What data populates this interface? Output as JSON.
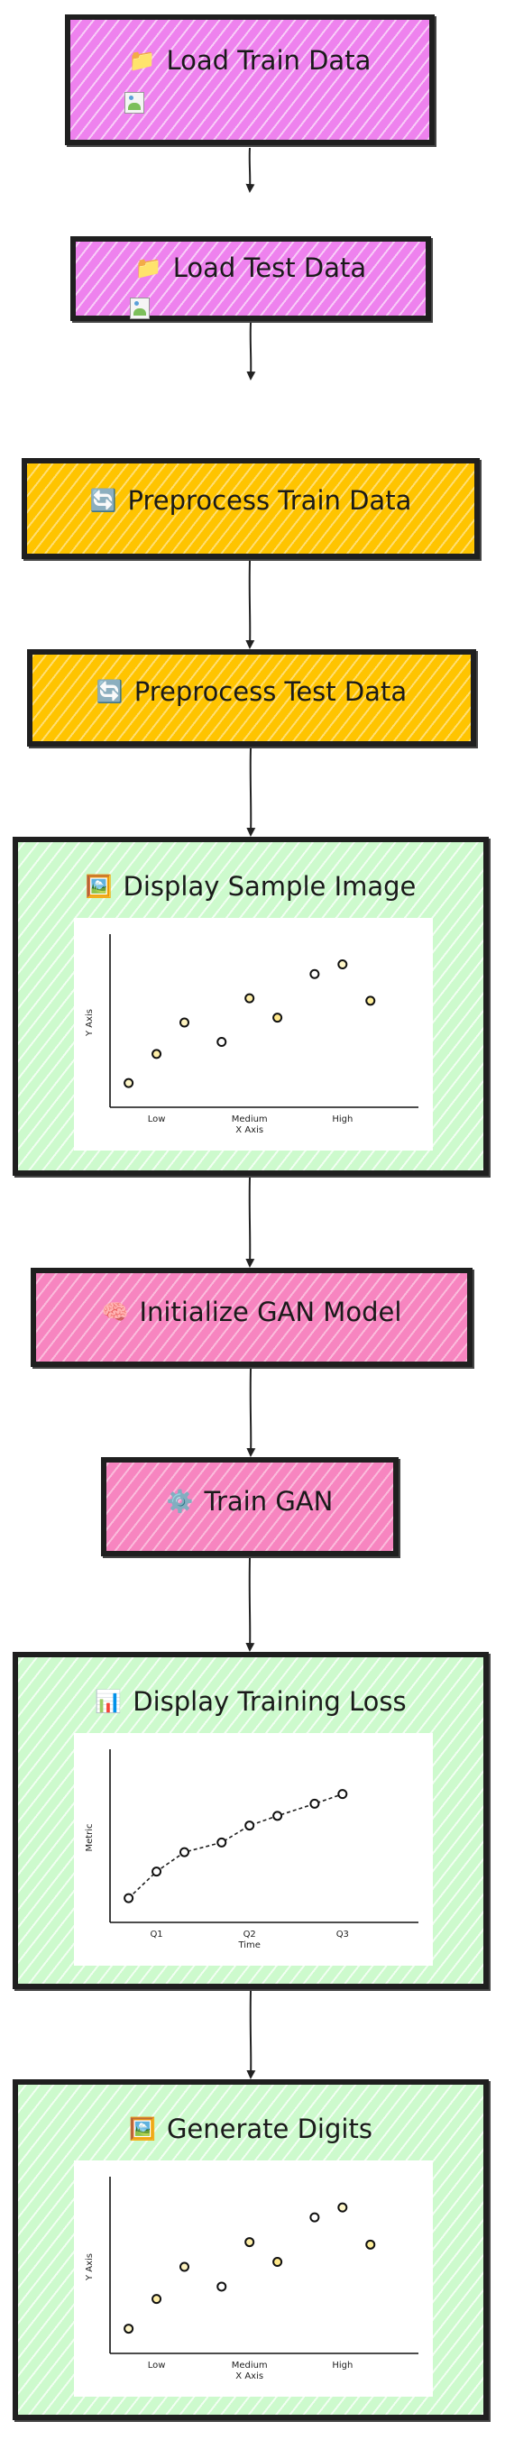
{
  "nodes": [
    {
      "id": "load-train",
      "label": "Load Train Data",
      "icon": "folder-icon",
      "glyph": "📁",
      "color": "#ee82ee"
    },
    {
      "id": "load-test",
      "label": "Load Test Data",
      "icon": "folder-icon",
      "glyph": "📁",
      "color": "#ee82ee"
    },
    {
      "id": "prep-train",
      "label": "Preprocess Train Data",
      "icon": "refresh-icon",
      "glyph": "🔄",
      "color": "#ffc400"
    },
    {
      "id": "prep-test",
      "label": "Preprocess Test Data",
      "icon": "refresh-icon",
      "glyph": "🔄",
      "color": "#ffc400"
    },
    {
      "id": "display-sample",
      "label": "Display Sample Image",
      "icon": "picture-icon",
      "glyph": "🖼️",
      "color": "#cdfacd"
    },
    {
      "id": "init-gan",
      "label": "Initialize GAN Model",
      "icon": "brain-icon",
      "glyph": "🧠",
      "color": "#f785c0"
    },
    {
      "id": "train-gan",
      "label": "Train GAN",
      "icon": "gear-icon",
      "glyph": "⚙️",
      "color": "#f785c0"
    },
    {
      "id": "display-loss",
      "label": "Display Training Loss",
      "icon": "bar-chart-icon",
      "glyph": "📊",
      "color": "#cdfacd"
    },
    {
      "id": "generate-digits",
      "label": "Generate Digits",
      "icon": "picture-icon",
      "glyph": "🖼️",
      "color": "#cdfacd"
    }
  ],
  "chart_data": [
    {
      "type": "scatter",
      "title": "",
      "xlabel": "X Axis",
      "ylabel": "Y Axis",
      "categories": [
        "Low",
        "Medium",
        "High"
      ],
      "points": [
        {
          "x": 0.2,
          "y": 1.0
        },
        {
          "x": 0.5,
          "y": 2.2
        },
        {
          "x": 0.8,
          "y": 3.5
        },
        {
          "x": 1.2,
          "y": 2.7
        },
        {
          "x": 1.5,
          "y": 4.5
        },
        {
          "x": 1.8,
          "y": 3.7
        },
        {
          "x": 2.2,
          "y": 5.5
        },
        {
          "x": 2.5,
          "y": 5.9
        },
        {
          "x": 2.8,
          "y": 4.4
        }
      ],
      "colors": [
        "#fff7c8",
        "#ffefa8",
        "#fff4c0",
        "#ffffff",
        "#ffefa8",
        "#ffe88a",
        "#ffffff",
        "#fff7c8",
        "#ffef9a"
      ],
      "xlim": [
        0,
        3.2
      ],
      "ylim": [
        0,
        7
      ]
    },
    {
      "type": "line",
      "title": "",
      "xlabel": "Time",
      "ylabel": "Metric",
      "categories": [
        "Q1",
        "Q2",
        "Q3"
      ],
      "x": [
        0.2,
        0.5,
        0.8,
        1.2,
        1.5,
        1.8,
        2.2,
        2.5
      ],
      "y": [
        1.0,
        2.1,
        2.9,
        3.3,
        4.0,
        4.4,
        4.9,
        5.3
      ],
      "xlim": [
        0,
        3.2
      ],
      "ylim": [
        0,
        7
      ]
    },
    {
      "type": "scatter",
      "title": "",
      "xlabel": "X Axis",
      "ylabel": "Y Axis",
      "categories": [
        "Low",
        "Medium",
        "High"
      ],
      "points": [
        {
          "x": 0.2,
          "y": 1.0
        },
        {
          "x": 0.5,
          "y": 2.2
        },
        {
          "x": 0.8,
          "y": 3.5
        },
        {
          "x": 1.2,
          "y": 2.7
        },
        {
          "x": 1.5,
          "y": 4.5
        },
        {
          "x": 1.8,
          "y": 3.7
        },
        {
          "x": 2.2,
          "y": 5.5
        },
        {
          "x": 2.5,
          "y": 5.9
        },
        {
          "x": 2.8,
          "y": 4.4
        }
      ],
      "colors": [
        "#fff7c8",
        "#ffefa8",
        "#fff4c0",
        "#ffffff",
        "#ffefa8",
        "#ffe88a",
        "#ffffff",
        "#fff7c8",
        "#ffef9a"
      ],
      "xlim": [
        0,
        3.2
      ],
      "ylim": [
        0,
        7
      ]
    }
  ]
}
